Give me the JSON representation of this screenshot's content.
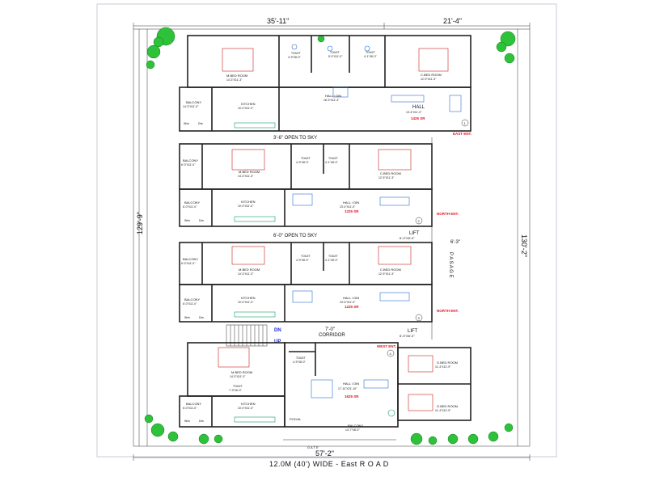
{
  "dimensions": {
    "top_left": "35'-11\"",
    "top_right": "21'-4\"",
    "left": "129'-9\"",
    "right": "130'-2\"",
    "right_small": "6'-3\"",
    "bottom": "57'-2\""
  },
  "road": {
    "label": "12.0M (40') WIDE - East R O A D",
    "gate": "G A T E"
  },
  "passage": "P A S A G E",
  "unit1": {
    "mbed": "M.BED ROOM",
    "mbed_size": "14'-3\"X11'-3\"",
    "toilet_a": "TOILET",
    "toilet_a_size": "4'-9\"X8'-0\"",
    "toilet_b": "TOILET",
    "toilet_b_size": "5'-0\"X11'-0\"",
    "toilet_c": "TOILET",
    "toilet_c_size": "4'-1\"X8'-0\"",
    "cbed": "C.BED ROOM",
    "cbed_size": "12'-9\"X11'-3\"",
    "balcony": "BALCONY",
    "balcony_size": "14'-3\"X11'-0\"",
    "kitchen": "KITCHEN",
    "kitchen_size": "10'-0\"X11'-0\"",
    "hall_din": "HALL / DIN",
    "hall_din_size": "16'-3\"X11'-4\"",
    "hall": "HALL",
    "hall_size": "13'-4\"X11'-0\"",
    "area": "1425 SR",
    "wm": "W/m",
    "dw": "D/w",
    "num": "1",
    "entry": "EAST ENT."
  },
  "open1": "3'-6\" OPEN TO SKY",
  "unit2": {
    "balcony": "BALCONY",
    "balcony_size": "6'-0\"X11'-0\"",
    "mbed": "M.BED ROOM",
    "mbed_size": "14'-3\"X11'-3\"",
    "toilet_a": "TOILET",
    "toilet_a_size": "4'-9\"X8'-0\"",
    "toilet_b": "TOILET",
    "toilet_b_size": "4'-1\"X8'-0\"",
    "cbed": "C.BED ROOM",
    "cbed_size": "12'-9\"X11'-3\"",
    "balcony2": "BALCONY",
    "balcony2_size": "6'-0\"X11'-0\"",
    "kitchen": "KITCHEN",
    "kitchen_size": "10'-0\"X11'-0\"",
    "hall_din": "HALL / DIN",
    "hall_din_size": "23'-4\"X11'-0\"",
    "area": "1225 SR",
    "wm": "W/m",
    "dw": "D/w",
    "num": "2",
    "entry": "NORTH ENT."
  },
  "open2": "6'-0\" OPEN TO SKY",
  "lift1": "LIFT",
  "lift1_size": "6'-0\"X8'-0\"",
  "unit3": {
    "balcony": "BALCONY",
    "balcony_size": "6'-0\"X11'-0\"",
    "mbed": "M.BED ROOM",
    "mbed_size": "14'-3\"X11'-3\"",
    "toilet_a": "TOILET",
    "toilet_a_size": "4'-9\"X8'-0\"",
    "toilet_b": "TOILET",
    "toilet_b_size": "4'-1\"X8'-0\"",
    "cbed": "C.BED ROOM",
    "cbed_size": "12'-9\"X11'-3\"",
    "balcony2": "BALCONY",
    "balcony2_size": "6'-0\"X11'-0\"",
    "kitchen": "KITCHEN",
    "kitchen_size": "10'-0\"X11'-0\"",
    "hall_din": "HALL / DIN",
    "hall_din_size": "23'-4\"X11'-0\"",
    "area": "1225 SR",
    "wm": "W/m",
    "dw": "D/w",
    "num": "3",
    "entry": "NORTH ENT."
  },
  "stairs": {
    "dn": "DN",
    "up": "UP"
  },
  "corridor": "CORRIDOR",
  "corridor_size": "7'-0\"",
  "lift2": "LIFT",
  "lift2_size": "6'-0\"X8'-0\"",
  "unit4": {
    "mbed": "M.BED ROOM",
    "mbed_size": "14'-3\"X11'-3\"",
    "toilet_a": "TOILET",
    "toilet_a_size": "4'-9\"X8'-0\"",
    "toilet_b": "TOILET",
    "toilet_b_size": "7'-3\"X6'-0\"",
    "gbed1": "G.BED ROOM",
    "gbed1_size": "11'-4\"X12'-9\"",
    "gbed2": "G.BED ROOM",
    "gbed2_size": "11'-4\"X12'-9\"",
    "hall_din": "HALL / DIN",
    "hall_din_size": "17'-10\"X21'-10\"",
    "area": "1625 SR",
    "balcony": "BALCONY",
    "balcony_size": "6'-0\"X11'-0\"",
    "kitchen": "KITCHEN",
    "kitchen_size": "10'-0\"X11'-0\"",
    "pooja": "POOJA",
    "balcony2": "BALCONY",
    "balcony2_size": "14'-7\"X8'-0\"",
    "wm": "W/m",
    "dw": "D/w",
    "num": "4",
    "entry": "WEST ENT."
  },
  "colors": {
    "wall": "#222222",
    "furniture": "#2a6fd6",
    "accent_red": "#e0141e",
    "tree": "#2ec23a",
    "label_blue": "#1a2bd1"
  }
}
